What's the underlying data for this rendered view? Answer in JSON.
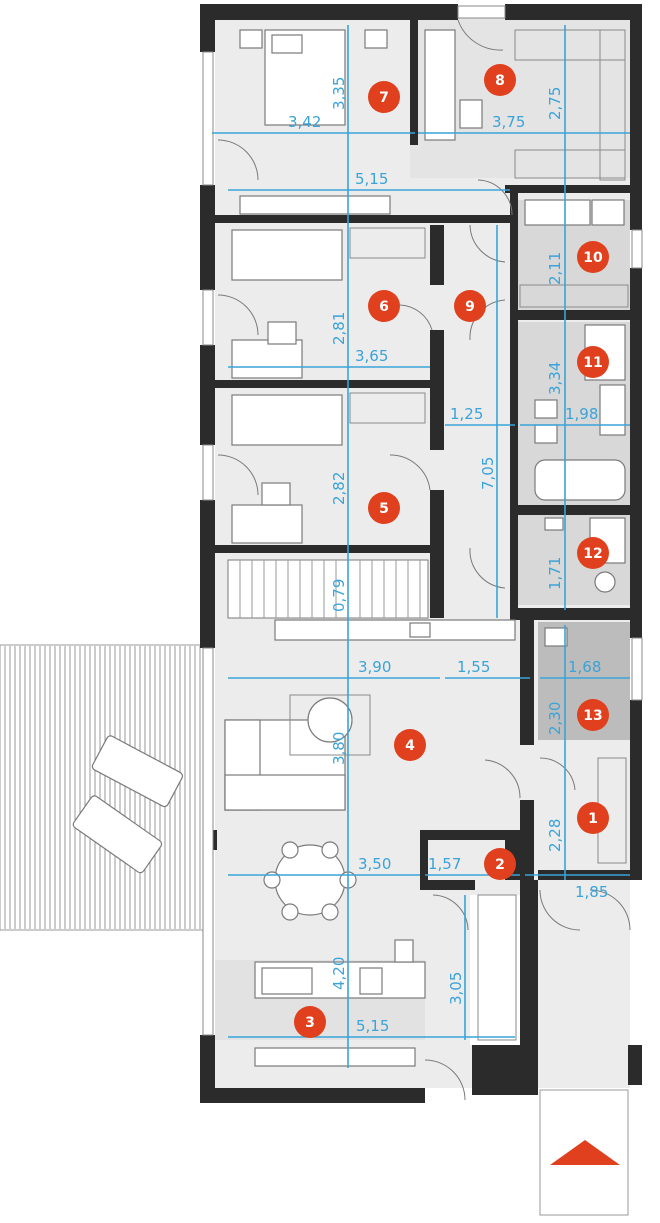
{
  "colors": {
    "wall": "#2b2b2b",
    "floor": "#ececec",
    "wet_floor": "#d8d8d8",
    "dimension": "#3aa3d9",
    "badge": "#e0401e",
    "arrow": "#e0401e",
    "terrace": "#9a9a9a"
  },
  "rooms": [
    {
      "number": "1"
    },
    {
      "number": "2"
    },
    {
      "number": "3"
    },
    {
      "number": "4"
    },
    {
      "number": "5"
    },
    {
      "number": "6"
    },
    {
      "number": "7"
    },
    {
      "number": "8"
    },
    {
      "number": "9"
    },
    {
      "number": "10"
    },
    {
      "number": "11"
    },
    {
      "number": "12"
    },
    {
      "number": "13"
    }
  ],
  "dimensions": {
    "r7_h": "3,42",
    "r7_v": "3,35",
    "r8_h": "3,75",
    "r8_v": "2,75",
    "corridor_top_h": "5,15",
    "r10_v": "2,11",
    "r6_h": "3,65",
    "r6_v": "2,81",
    "hall_h": "1,25",
    "hall_v": "7,05",
    "r11_h": "1,98",
    "r11_v": "3,34",
    "r5_v": "2,82",
    "r12_v": "1,71",
    "stair_v": "0,79",
    "r4_h_left": "3,90",
    "r4_h_right": "1,55",
    "r4_v": "3,80",
    "r13_h": "1,68",
    "r13_v": "2,30",
    "r1_v": "2,28",
    "r1_h": "1,85",
    "r3_h_top": "3,50",
    "r2_h": "1,57",
    "r3_v": "4,20",
    "r2_v": "3,05",
    "r3_h_bottom": "5,15"
  },
  "icons": [
    "entrance-arrow-icon"
  ]
}
